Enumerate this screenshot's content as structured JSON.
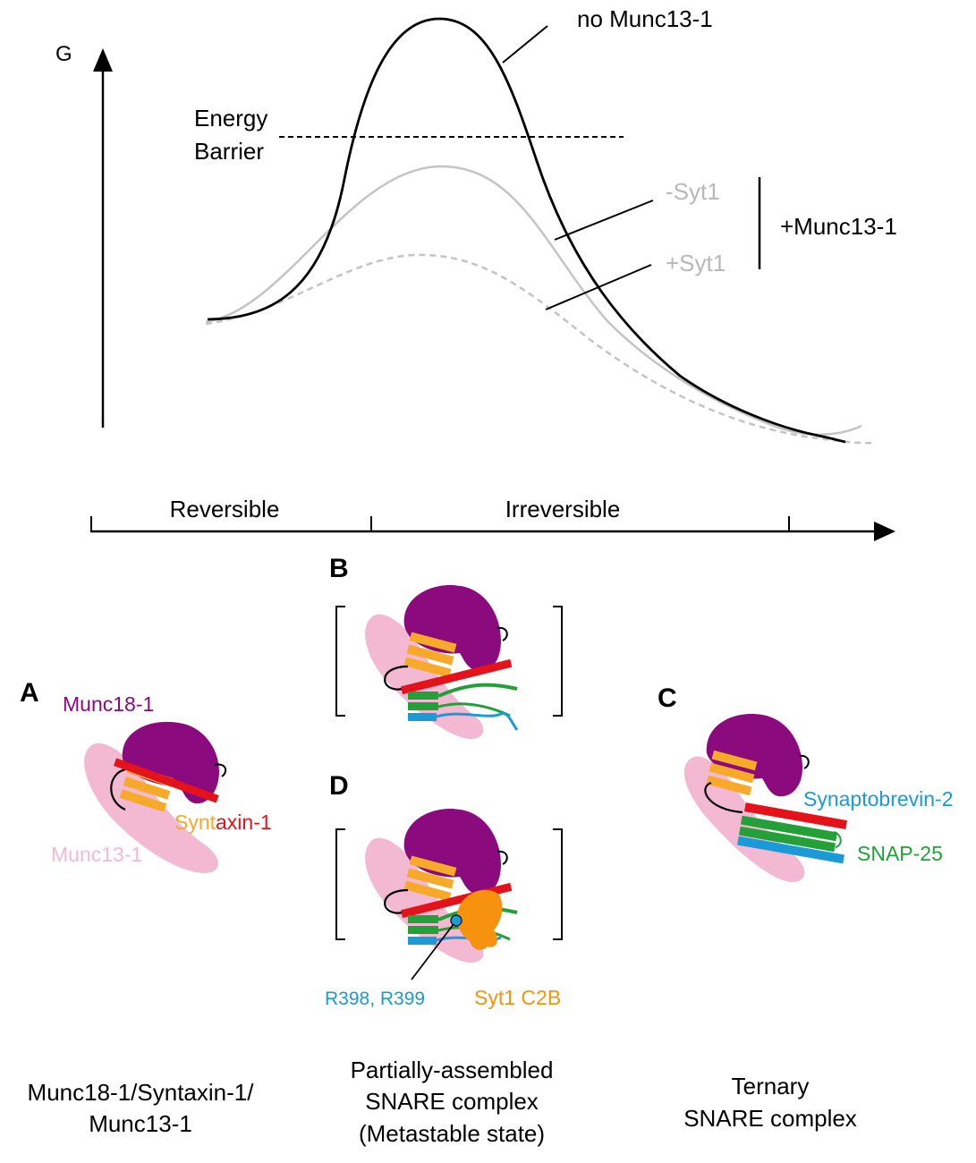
{
  "energy": {
    "y_axis_label": "G",
    "barrier_label_1": "Energy",
    "barrier_label_2": "Barrier",
    "curve_no_munc": "no Munc13-1",
    "curve_minus_syt": "-Syt1",
    "curve_plus_syt": "+Syt1",
    "group_label": "+Munc13-1",
    "phase_reversible": "Reversible",
    "phase_irreversible": "Irreversible"
  },
  "panels": {
    "a": {
      "letter": "A",
      "munc18": "Munc18-1",
      "syntaxin_prefix": "Synt",
      "syntaxin_suffix": "axin-1",
      "munc13": "Munc13-1"
    },
    "b": {
      "letter": "B"
    },
    "c": {
      "letter": "C",
      "synaptobrevin": "Synaptobrevin-2",
      "snap25": "SNAP-25"
    },
    "d": {
      "letter": "D",
      "residues": "R398, R399",
      "c2b": "Syt1 C2B"
    }
  },
  "captions": {
    "a": [
      "Munc18-1/Syntaxin-1/",
      "Munc13-1"
    ],
    "bd": [
      "Partially-assembled",
      "SNARE complex",
      "(Metastable state)"
    ],
    "c": [
      "Ternary",
      "SNARE complex"
    ]
  },
  "colors": {
    "munc18": "#8b0a7e",
    "syntaxin_habc": "#f7a92a",
    "syntaxin_snare": "#e3121b",
    "munc13": "#f3b9d3",
    "synaptobrevin": "#1a9ad7",
    "snap25": "#23a038",
    "syt1_c2b": "#f7920e",
    "curve_gray": "#c4c4c4"
  }
}
